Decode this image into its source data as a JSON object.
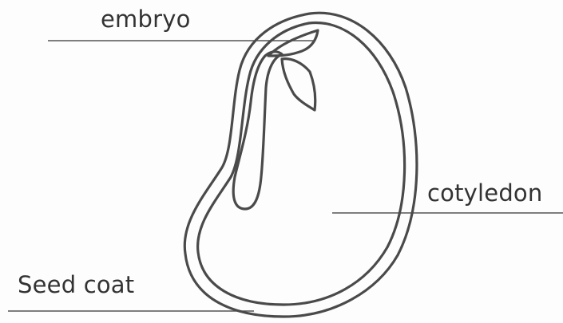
{
  "labels": {
    "embryo": "embryo",
    "cotyledon": "cotyledon",
    "seed_coat": "Seed coat"
  },
  "colors": {
    "outline": "#4a4a4a",
    "leader_line": "#555555",
    "text": "#333333",
    "background": "#fdfdfd"
  }
}
